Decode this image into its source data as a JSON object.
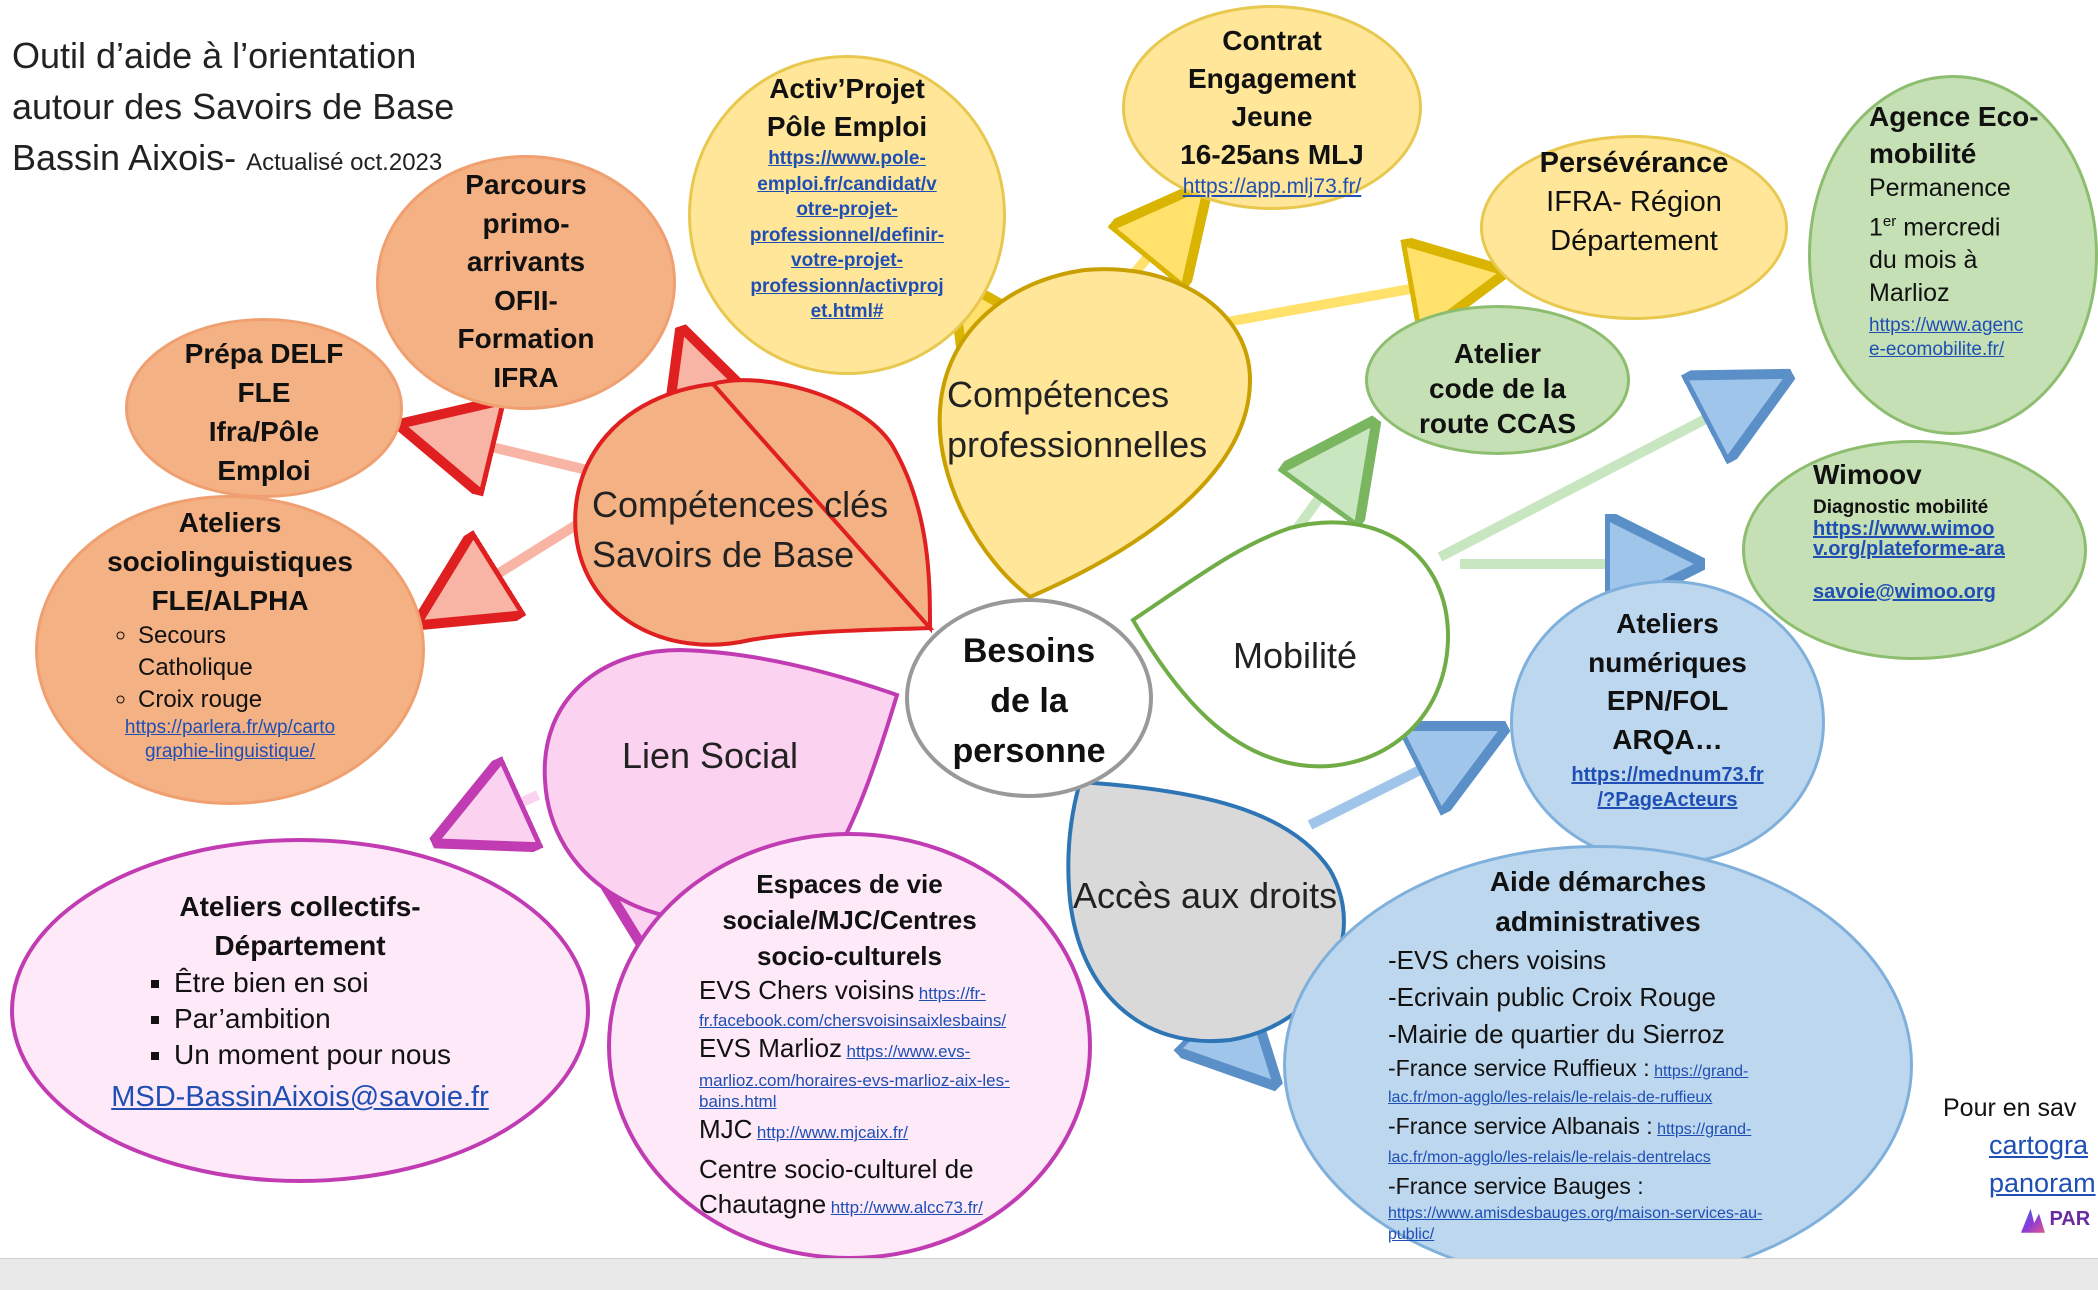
{
  "header": {
    "line1": "Outil d’aide à l’orientation",
    "line2": "autour des Savoirs de Base",
    "line3": "Bassin Aixois-",
    "updated": "Actualisé oct.2023"
  },
  "center": {
    "l1": "Besoins",
    "l2": "de la",
    "l3": "personne"
  },
  "categories": {
    "competences_cles_l1": "Compétences clés",
    "competences_cles_l2": "Savoirs de Base",
    "competences_pro_l1": "Compétences",
    "competences_pro_l2": "professionnelles",
    "mobilite": "Mobilité",
    "lien_social": "Lien Social",
    "acces_droits": "Accès aux droits"
  },
  "parcours": {
    "l1": "Parcours",
    "l2": "primo-",
    "l3": "arrivants",
    "l4": "OFII-",
    "l5": "Formation",
    "l6": "IFRA"
  },
  "prepa_delf": {
    "l1": "Prépa DELF",
    "l2": "FLE",
    "l3": "Ifra/Pôle",
    "l4": "Emploi"
  },
  "ateliers_socio": {
    "l1": "Ateliers",
    "l2": "sociolinguistiques",
    "l3": "FLE/ALPHA",
    "item1a": "Secours",
    "item1b": "Catholique",
    "item2": "Croix rouge",
    "link1": "https://parlera.fr/wp/carto",
    "link2": "graphie-linguistique/"
  },
  "activ_projet": {
    "l1": "Activ’Projet",
    "l2": "Pôle Emploi",
    "link1": "https://www.pole-",
    "link2": "emploi.fr/candidat/v",
    "link3": "otre-projet-",
    "link4": "professionnel/definir-",
    "link5": "votre-projet-",
    "link6": "professionn/activproj",
    "link7": "et.html#"
  },
  "contrat": {
    "l1": "Contrat",
    "l2": "Engagement",
    "l3": "Jeune",
    "l4": "16-25ans MLJ",
    "link": "https://app.mlj73.fr/"
  },
  "perseverance": {
    "l1": "Persévérance",
    "l2": "IFRA- Région",
    "l3": "Département"
  },
  "agence": {
    "l1": "Agence Eco-",
    "l2": "mobilité",
    "l3": "Permanence",
    "l4a": "1",
    "l4sup": "er",
    "l4b": " mercredi",
    "l5": "du mois à",
    "l6": "Marlioz",
    "link1": "https://www.agenc",
    "link2": "e-ecomobilite.fr/"
  },
  "atelier_code": {
    "l1": "Atelier",
    "l2": "code de la",
    "l3": "route CCAS"
  },
  "wimoov": {
    "title": "Wimoov",
    "l1": "Diagnostic mobilité",
    "link1": "https://www.wimoo",
    "link2": "v.org/plateforme-ara",
    "link3": "savoie@wimoo.org"
  },
  "ateliers_num": {
    "l1": "Ateliers",
    "l2": "numériques",
    "l3": "EPN/FOL",
    "l4": "ARQA…",
    "link1": "https://mednum73.fr",
    "link2": "/?PageActeurs"
  },
  "ateliers_coll": {
    "l1": "Ateliers collectifs-",
    "l2": "Département",
    "items": [
      "Être bien en soi",
      "Par’ambition",
      "Un moment pour nous"
    ],
    "email": "MSD-BassinAixois@savoie.fr"
  },
  "espaces": {
    "l1": "Espaces de vie",
    "l2": "sociale/MJC/Centres",
    "l3": "socio-culturels",
    "evs1": "EVS Chers voisins",
    "evs1_link1": "https://fr-",
    "evs1_link2": "fr.facebook.com/chersvoisinsaixlesbains/",
    "evs2": "EVS Marlioz",
    "evs2_link1": "https://www.evs-",
    "evs2_link2": "marlioz.com/horaires-evs-marlioz-aix-les-",
    "evs2_link3": "bains.html",
    "mjc": "MJC",
    "mjc_link": "http://www.mjcaix.fr/",
    "csc1": "Centre socio-culturel de",
    "csc2": "Chautagne",
    "csc_link": "http://www.alcc73.fr/"
  },
  "aide": {
    "l1": "Aide démarches",
    "l2": "administratives",
    "i1": "-EVS chers voisins",
    "i2": "-Ecrivain public Croix Rouge",
    "i3": "-Mairie de quartier du Sierroz",
    "f1": "-France service Ruffieux :",
    "f1_link1": "https://grand-",
    "f1_link2": "lac.fr/mon-agglo/les-relais/le-relais-de-ruffieux",
    "f2": "-France service Albanais :",
    "f2_link1": "https://grand-",
    "f2_link2": "lac.fr/mon-agglo/les-relais/le-relais-dentrelacs",
    "f3": "-France service Bauges :",
    "f3_link1": "https://www.amisdesbauges.org/maison-services-au-",
    "f3_link2": "public/"
  },
  "footer": {
    "l1": "Pour en sav",
    "l2": "cartogra",
    "l3": "panoram",
    "logo": "PAR"
  },
  "colors": {
    "orange_fill": "#f4b183",
    "yellow_fill": "#ffe699",
    "green_fill": "#c5e0b4",
    "blue_fill": "#bdd7ee",
    "pink_fill": "#fbd3f0",
    "gray_fill": "#d9d9d9",
    "red_border": "#e02020",
    "gold_border": "#c9a000",
    "green_border": "#70ad47",
    "blue_border": "#2e75b6",
    "magenta_border": "#c13cb2",
    "link": "#1f4fb4"
  }
}
